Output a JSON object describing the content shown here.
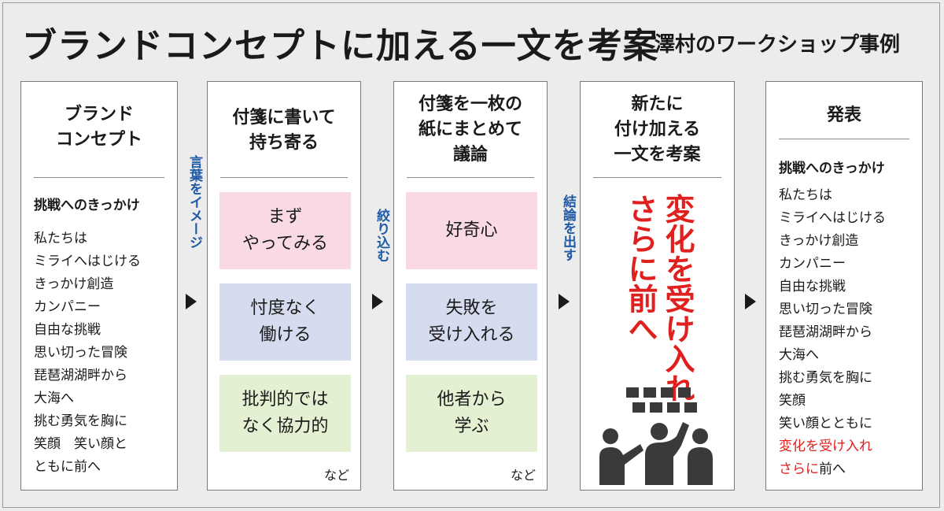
{
  "header": {
    "title": "ブランドコンセプトに加える一文を考案",
    "subtitle": "澤村のワークショップ事例"
  },
  "colors": {
    "accent_blue": "#1f5aa6",
    "accent_red": "#e0201e"
  },
  "steps": [
    {
      "heading": "ブランド\nコンセプト",
      "subhead": "挑戦へのきっかけ",
      "lines": [
        "私たちは",
        "ミライへはじける",
        "きっかけ創造",
        "カンパニー",
        "自由な挑戦",
        "思い切った冒険",
        "琵琶湖湖畔から",
        "大海へ",
        "挑む勇気を胸に",
        "笑顔　笑い顔と",
        "ともに前へ"
      ]
    },
    {
      "heading": "付箋に書いて\n持ち寄る",
      "notes": [
        "まず\nやってみる",
        "忖度なく\n働ける",
        "批判的では\nなく協力的"
      ],
      "etc": "など"
    },
    {
      "heading": "付箋を一枚の\n紙にまとめて\n議論",
      "notes": [
        "好奇心",
        "失敗を\n受け入れる",
        "他者から\n学ぶ"
      ],
      "etc": "など"
    },
    {
      "heading": "新たに\n付け加える\n一文を考案",
      "phrase_col1": "変化を受け入れ",
      "phrase_col2": "さらに前へ"
    },
    {
      "heading": "発表",
      "subhead": "挑戦へのきっかけ",
      "lines": [
        "私たちは",
        "ミライへはじける",
        "きっかけ創造",
        "カンパニー",
        "自由な挑戦",
        "思い切った冒険",
        "琵琶湖湖畔から",
        "大海へ",
        "挑む勇気を胸に",
        "笑顔",
        "笑い顔とともに"
      ],
      "red_line": "変化を受け入れ",
      "red_part": "さらに",
      "black_part": "前へ"
    }
  ],
  "connectors": [
    "言葉をイメージ",
    "絞り込む",
    "結論を出す"
  ]
}
